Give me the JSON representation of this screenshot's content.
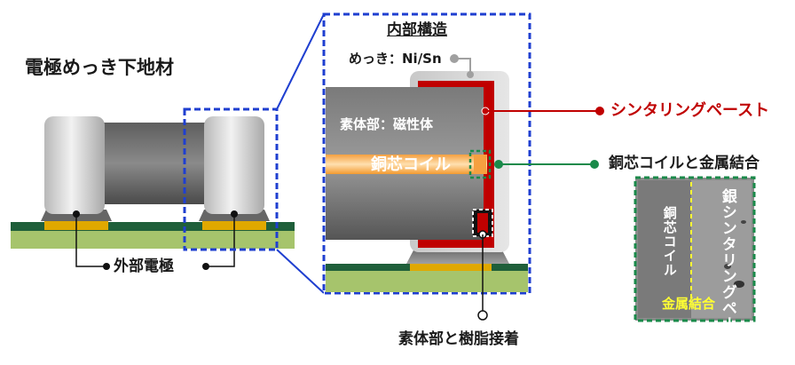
{
  "labels": {
    "title": "電極めっき下地材",
    "external_electrode": "外部電極",
    "internal_structure": "内部構造",
    "plating": "めっき：Ni/Sn",
    "body_material": "素体部：磁性体",
    "copper_coil": "銅芯コイル",
    "sintering_paste": "シンタリングペースト",
    "copper_metal_bond": "銅芯コイルと金属結合",
    "body_resin_bond": "素体部と樹脂接着"
  },
  "micrograph": {
    "silver_sintering": "銀シンタリングペースト",
    "copper_coil": "銅芯コイル",
    "metal_bond": "金属結合"
  },
  "colors": {
    "callout_blue": "#1f3fd0",
    "sintering_red": "#c00000",
    "bond_green": "#1a8a4a",
    "pcb_green": "#a6c46c",
    "solder_gold": "#e0a800"
  }
}
